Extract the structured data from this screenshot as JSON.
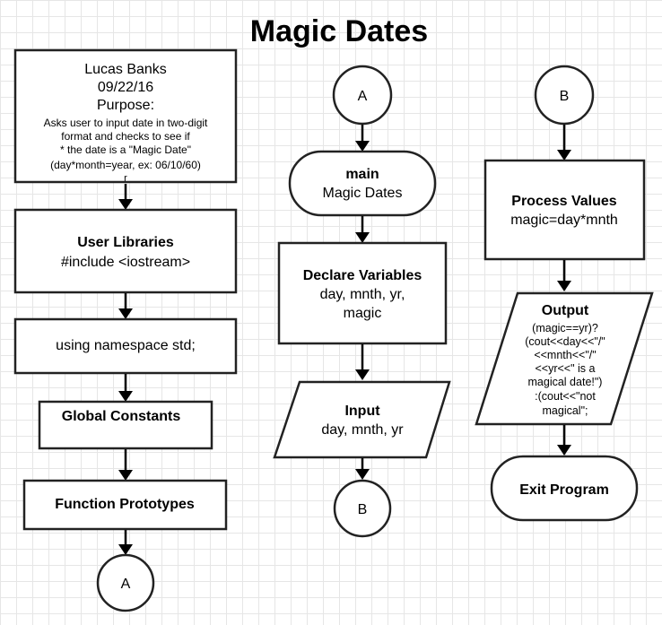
{
  "title": "Magic Dates",
  "header_box": {
    "author": "Lucas Banks",
    "date": "09/22/16",
    "purpose_label": "Purpose:",
    "purpose_lines": [
      "Asks user to input date in two-digit",
      "format and checks to see if",
      "* the date is a \"Magic Date\"",
      "(day*month=year, ex: 06/10/60)"
    ],
    "stray_mark": "r"
  },
  "user_libraries": {
    "label": "User Libraries",
    "detail": "#include <iostream>"
  },
  "namespace": {
    "text": "using namespace std;"
  },
  "global_constants": {
    "label": "Global Constants"
  },
  "function_prototypes": {
    "label": "Function Prototypes"
  },
  "connectors": {
    "a": "A",
    "b": "B"
  },
  "main": {
    "label": "main",
    "detail": "Magic Dates"
  },
  "declare": {
    "label": "Declare Variables",
    "lines": [
      "day, mnth, yr,",
      "magic"
    ]
  },
  "input": {
    "label": "Input",
    "detail": "day, mnth, yr"
  },
  "process": {
    "label": "Process Values",
    "detail": "magic=day*mnth"
  },
  "output": {
    "label": "Output",
    "lines": [
      "(magic==yr)?",
      "(cout<<day<<\"/\"",
      "<<mnth<<\"/\"",
      "<<yr<<\" is a",
      "magical date!\")",
      ":(cout<<\"not",
      "magical\";"
    ]
  },
  "exit": {
    "label": "Exit Program"
  }
}
